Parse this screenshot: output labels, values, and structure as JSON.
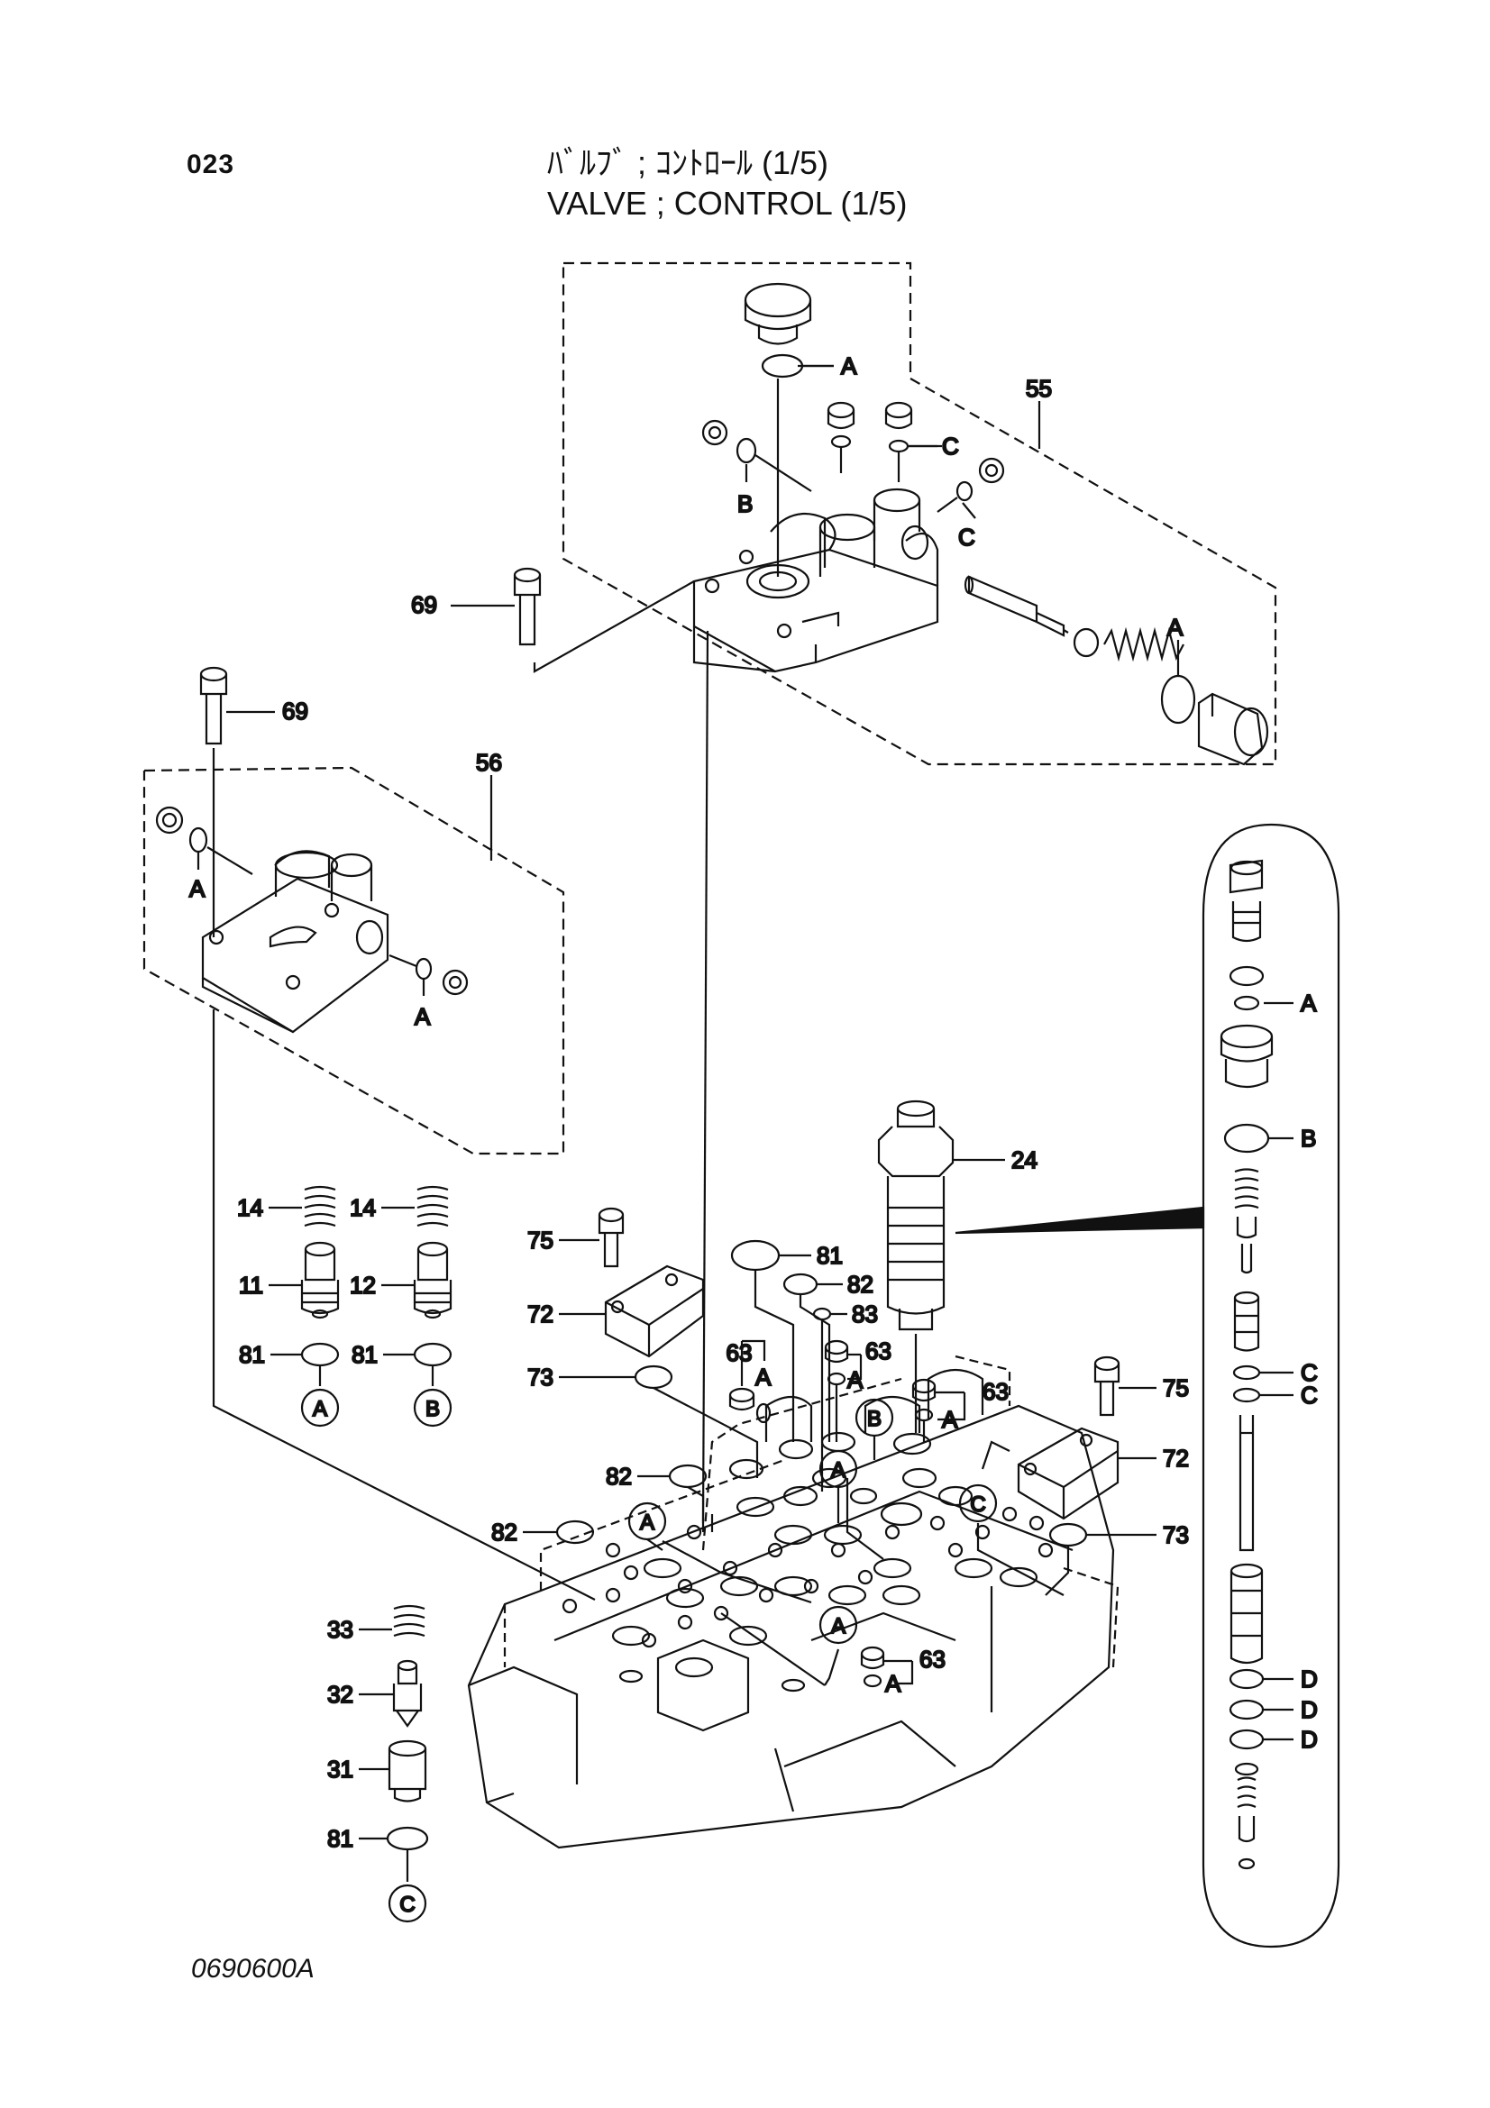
{
  "header": {
    "page_number": "023",
    "title_jp": "ﾊﾞﾙﾌﾞ ; ｺﾝﾄﾛｰﾙ (1/5)",
    "title_en": "VALVE ; CONTROL (1/5)"
  },
  "footer": {
    "figure_code": "0690600A"
  },
  "labels": {
    "l55": "55",
    "l56": "56",
    "l69a": "69",
    "l69b": "69",
    "l24": "24",
    "l14a": "14",
    "l14b": "14",
    "l11": "11",
    "l12": "12",
    "l81a": "81",
    "l81b": "81",
    "l81c": "81",
    "l81d": "81",
    "l75a": "75",
    "l75b": "75",
    "l72a": "72",
    "l72b": "72",
    "l73a": "73",
    "l73b": "73",
    "l82a": "82",
    "l82b": "82",
    "l82c": "82",
    "l83": "83",
    "l63a": "63",
    "l63b": "63",
    "l63c": "63",
    "l63d": "63",
    "l33": "33",
    "l32": "32",
    "l31": "31"
  },
  "letters": {
    "a1": "A",
    "a2": "A",
    "a3": "A",
    "a4": "A",
    "a5": "A",
    "a6": "A",
    "a7": "A",
    "a8": "A",
    "a9": "A",
    "a10": "A",
    "b1": "B",
    "b2": "B",
    "c1": "C",
    "c2": "C",
    "c3": "C",
    "c4": "C",
    "d1": "D",
    "d2": "D",
    "d3": "D"
  },
  "circled": {
    "ca1": "A",
    "cb1": "B",
    "ca2": "A",
    "cb2": "B",
    "ca3": "A",
    "cc1": "C",
    "ca4": "A",
    "cc2": "C"
  }
}
